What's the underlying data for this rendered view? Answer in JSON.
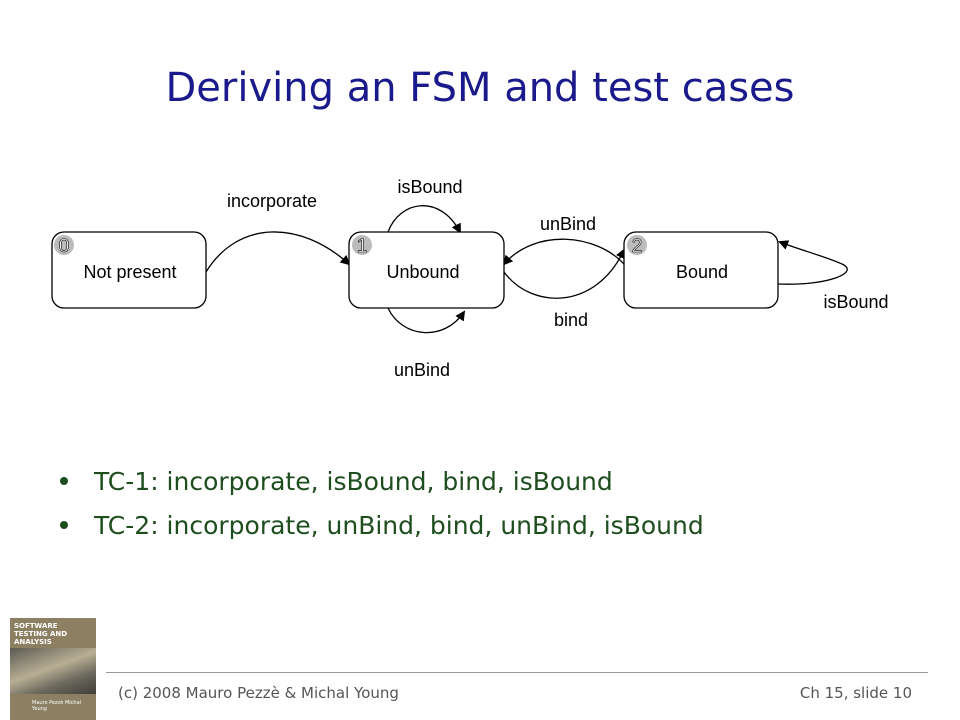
{
  "slide": {
    "title": "Deriving an FSM and test cases"
  },
  "fsm": {
    "states": [
      {
        "number": "0",
        "label": "Not present"
      },
      {
        "number": "1",
        "label": "Unbound"
      },
      {
        "number": "2",
        "label": "Bound"
      }
    ],
    "transitions": [
      {
        "from": "0",
        "to": "1",
        "label": "incorporate"
      },
      {
        "from": "1",
        "to": "1",
        "label": "isBound"
      },
      {
        "from": "1",
        "to": "1",
        "label": "unBind"
      },
      {
        "from": "1",
        "to": "2",
        "label": "bind"
      },
      {
        "from": "2",
        "to": "1",
        "label": "unBind"
      },
      {
        "from": "2",
        "to": "2",
        "label": "isBound"
      }
    ]
  },
  "test_cases": [
    "TC-1:  incorporate, isBound, bind, isBound",
    "TC-2: incorporate, unBind, bind, unBind, isBound"
  ],
  "footer": {
    "left": "(c) 2008 Mauro Pezzè & Michal Young",
    "right": "Ch 15, slide 10"
  },
  "book_cover": {
    "title": "SOFTWARE TESTING AND ANALYSIS",
    "authors": "Mauro Pezzè Michal Young"
  }
}
